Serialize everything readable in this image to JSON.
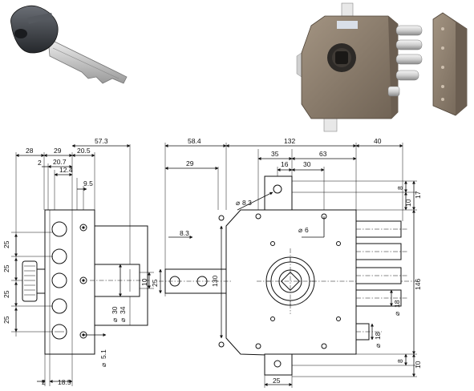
{
  "colors": {
    "lock_body": "#8c7d6e",
    "lock_body_shadow": "#6b5e51",
    "bolt_chrome": "#d8d8d8",
    "key_head": "#3a3d42",
    "key_blade": "#c9c9c9",
    "drawing_line": "#111111",
    "background": "#ffffff"
  },
  "icons": [
    "key-photo",
    "lock-photo",
    "strike-plate-photo"
  ],
  "dimensions": {
    "side_view": {
      "top": [
        "28",
        "29",
        "20.5",
        "57.3",
        "2",
        "20.7",
        "12.4",
        "9.5"
      ],
      "left": [
        "25",
        "25",
        "25",
        "25"
      ],
      "right": [
        "10",
        "30",
        "34"
      ],
      "screw": "5.1",
      "bottom": [
        "2",
        "18.5"
      ]
    },
    "front_view": {
      "top": [
        "58.4",
        "132",
        "40",
        "35",
        "63",
        "29",
        "16",
        "30"
      ],
      "holes": [
        "8.3",
        "6",
        "8.3"
      ],
      "left": [
        "25",
        "130"
      ],
      "right": [
        "8",
        "17",
        "10",
        "146",
        "8",
        "10"
      ],
      "bolt": "18",
      "latch": "18",
      "bottom": "25"
    }
  }
}
